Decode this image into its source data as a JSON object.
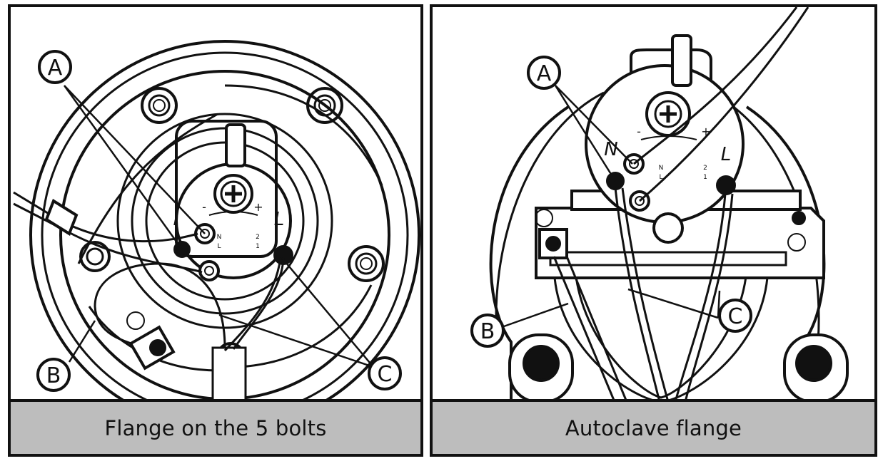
{
  "panels": [
    {
      "caption": "Flange on the 5 bolts",
      "labels": {
        "a": "A",
        "b": "B",
        "c": "C"
      },
      "terminal_marks": {
        "n": "N",
        "l": "L",
        "n_side": "l",
        "l_side": "L",
        "t2": "2",
        "t1": "1",
        "minus": "-",
        "plus": "+"
      }
    },
    {
      "caption": "Autoclave flange",
      "labels": {
        "a": "A",
        "b": "B",
        "c": "C"
      },
      "terminal_marks": {
        "n": "N",
        "l": "L",
        "n_side": "N",
        "l_side": "L",
        "t2": "2",
        "t1": "1",
        "minus": "-",
        "plus": "+"
      }
    }
  ],
  "colors": {
    "line": "#111111",
    "caption_bg": "#bdbdbd",
    "background": "#ffffff"
  }
}
